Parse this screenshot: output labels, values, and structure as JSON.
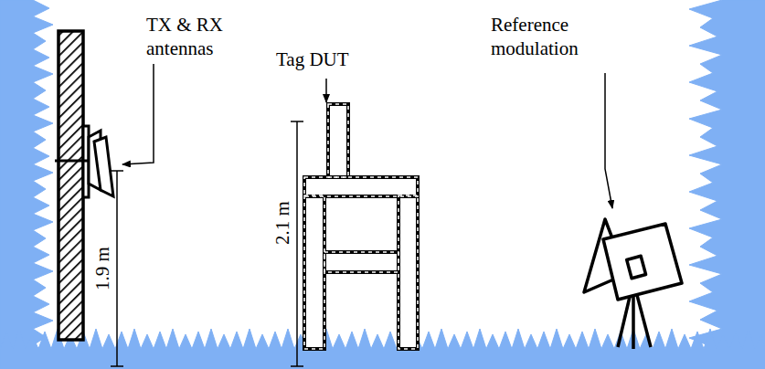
{
  "diagram": {
    "labels": [
      "TX & RX antennas",
      "Tag DUT",
      "Reference modulation",
      "1.9 m",
      "2.1 m"
    ]
  }
}
